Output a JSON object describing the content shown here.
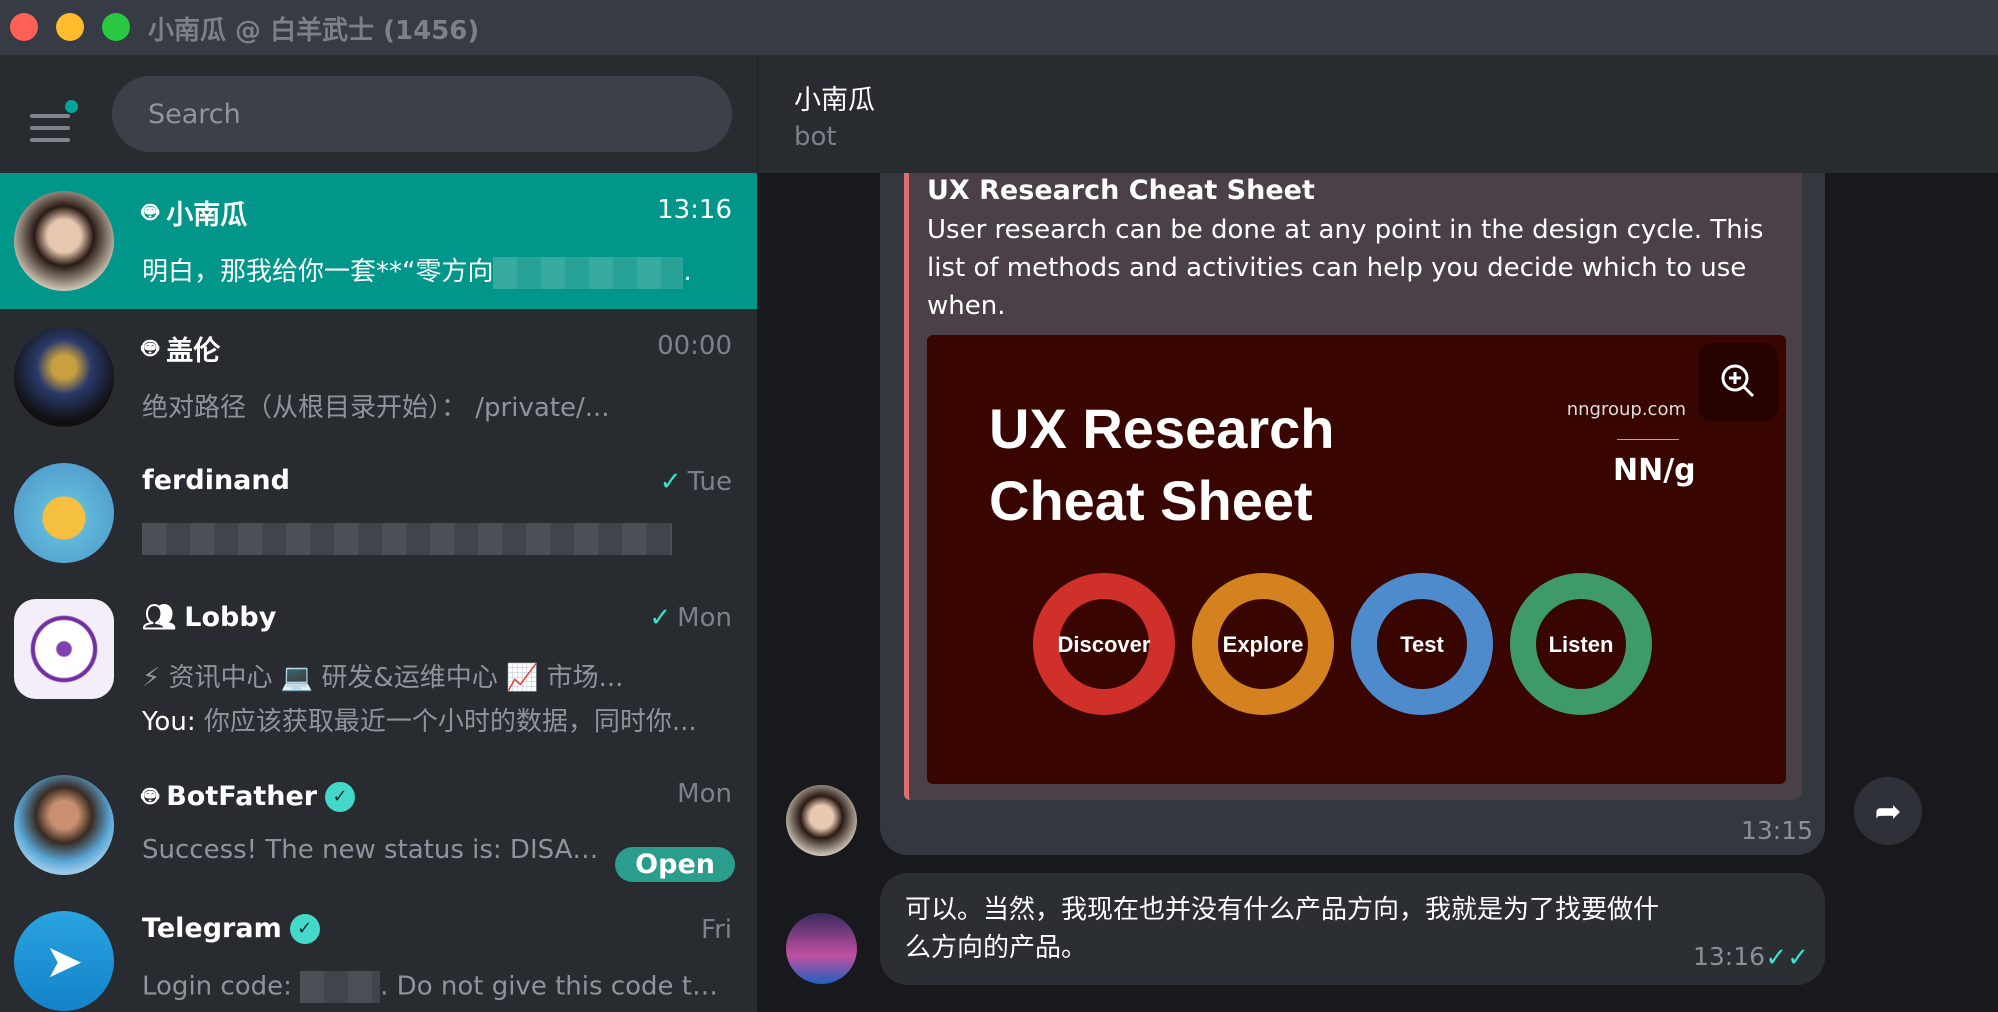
{
  "window": {
    "title": "小南瓜 @ 白羊武士 (1456)"
  },
  "search": {
    "placeholder": "Search"
  },
  "chats": [
    {
      "name": "小南瓜",
      "time": "13:16",
      "preview": "明白，那我给你一套**“零方向",
      "bot": true
    },
    {
      "name": "盖伦",
      "time": "00:00",
      "preview": "绝对路径（从根目录开始）： /private/...",
      "bot": true
    },
    {
      "name": "ferdinand",
      "time": "Tue",
      "preview": "",
      "read": true
    },
    {
      "name": "Lobby",
      "time": "Mon",
      "preview_line1": "⚡ 资讯中心  💻 研发&运维中心  📈 市场...",
      "preview_sender": "You:",
      "preview_line2": "你应该获取最近一个小时的数据，同时你...",
      "read": true
    },
    {
      "name": "BotFather",
      "time": "Mon",
      "preview": "Success! The new status is: DISABL...",
      "button": "Open",
      "verified": true,
      "bot": true
    },
    {
      "name": "Telegram",
      "time": "Fri",
      "preview_a": "Login code:",
      "preview_b": ". Do not give this code to ...",
      "verified": true
    }
  ],
  "chat": {
    "name": "小南瓜",
    "status": "bot"
  },
  "messages": [
    {
      "link_title": "UX Research Cheat Sheet",
      "link_desc": "User research can be done at any point in the design cycle. This list of methods and activities can help you decide which to use when.",
      "image": {
        "title1": "UX Research",
        "title2": "Cheat Sheet",
        "site": "nngroup.com",
        "logo": "NN/g",
        "stages": [
          "Discover",
          "Explore",
          "Test",
          "Listen"
        ],
        "colors": [
          "#d0302a",
          "#d48220",
          "#4d8bcc",
          "#3e9a68"
        ]
      },
      "time": "13:15"
    },
    {
      "text": "可以。当然，我现在也并没有什么产品方向，我就是为了找要做什么方向的产品。",
      "time": "13:16",
      "status": "read"
    }
  ],
  "colors": {
    "accent": "#00968a",
    "check": "#3ee0cc"
  }
}
